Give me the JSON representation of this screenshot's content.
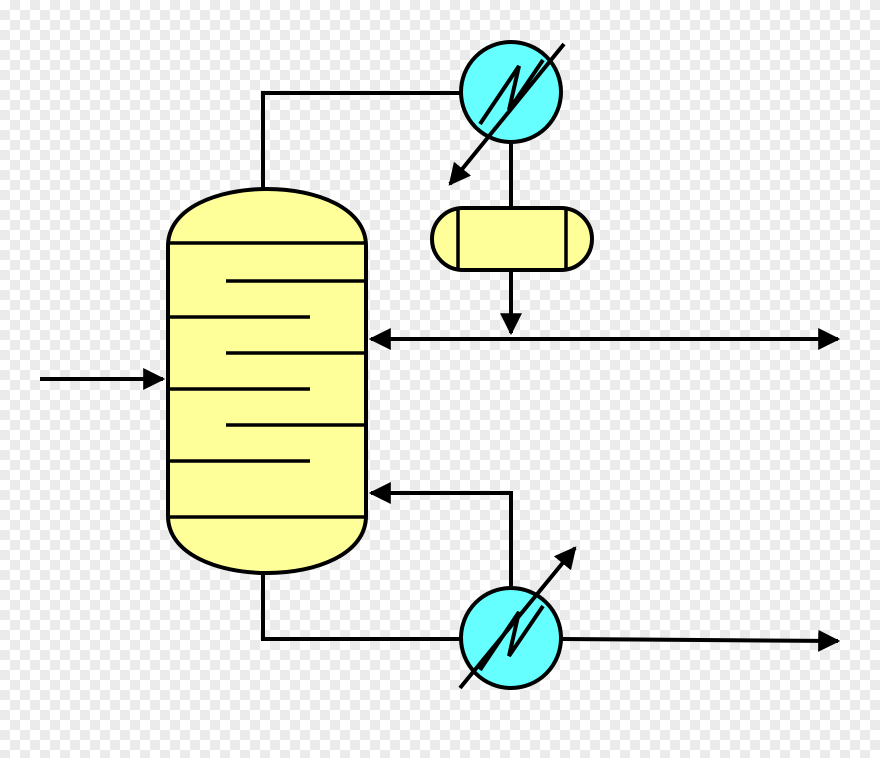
{
  "diagram": {
    "type": "process-flow-diagram",
    "equipment": [
      {
        "id": "distillation-column",
        "kind": "column",
        "trays": 7
      },
      {
        "id": "overhead-condenser",
        "kind": "heat-exchanger",
        "icon": "heat-exchanger-icon"
      },
      {
        "id": "reflux-drum",
        "kind": "horizontal-vessel"
      },
      {
        "id": "reboiler",
        "kind": "heat-exchanger",
        "icon": "heat-exchanger-icon"
      }
    ],
    "streams": [
      {
        "id": "feed",
        "from": "inlet",
        "to": "distillation-column"
      },
      {
        "id": "overhead-vapor",
        "from": "distillation-column",
        "to": "overhead-condenser"
      },
      {
        "id": "condensate",
        "from": "overhead-condenser",
        "to": "reflux-drum"
      },
      {
        "id": "reflux",
        "from": "reflux-drum",
        "to": "distillation-column"
      },
      {
        "id": "distillate",
        "from": "reflux-drum",
        "to": "outlet-top"
      },
      {
        "id": "bottoms",
        "from": "distillation-column",
        "to": "reboiler"
      },
      {
        "id": "boilup",
        "from": "reboiler",
        "to": "distillation-column"
      },
      {
        "id": "bottoms-product",
        "from": "reboiler",
        "to": "outlet-bottom"
      }
    ],
    "colors": {
      "column_fill": "#ffff99",
      "drum_fill": "#ffff99",
      "exchanger_fill": "#66ffff",
      "stroke": "#000000"
    }
  }
}
